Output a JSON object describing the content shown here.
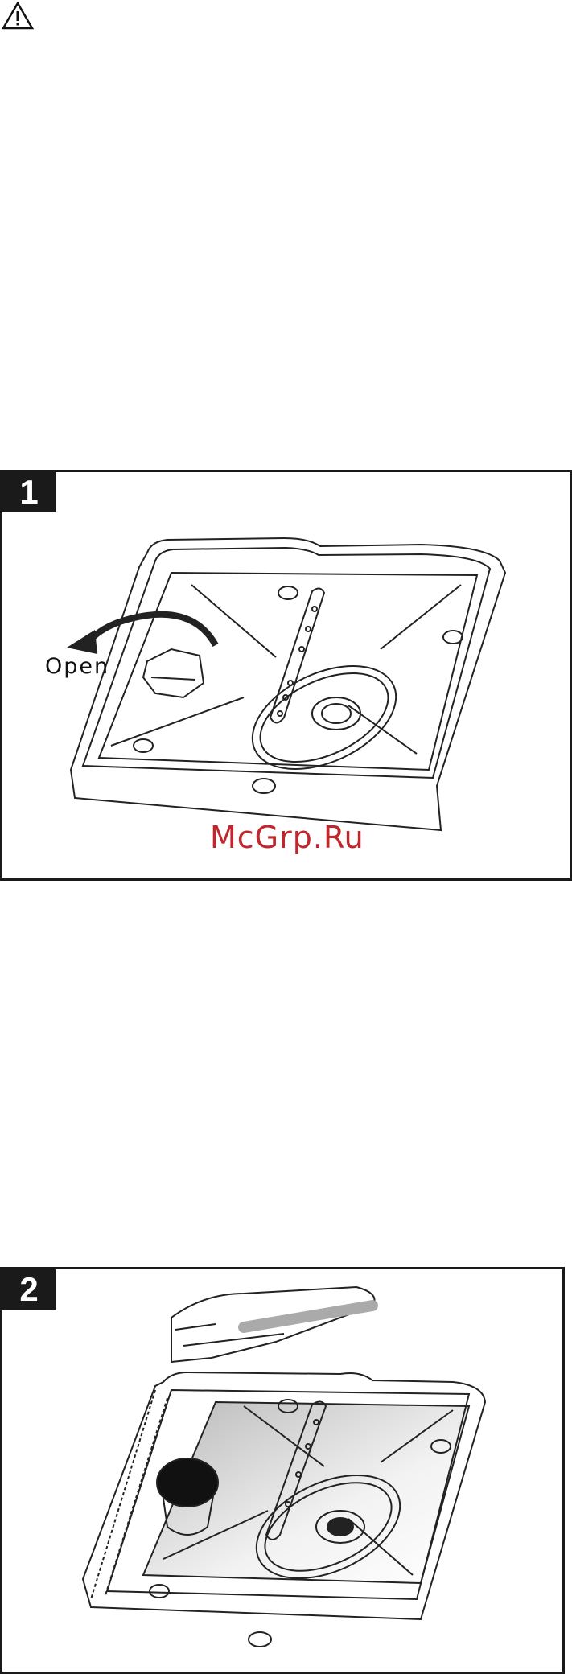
{
  "warning": {
    "icon": "warning-triangle-icon"
  },
  "figure1": {
    "number": "1",
    "open_label": "Open",
    "watermark": "McGrp.Ru"
  },
  "figure2": {
    "number": "2"
  }
}
